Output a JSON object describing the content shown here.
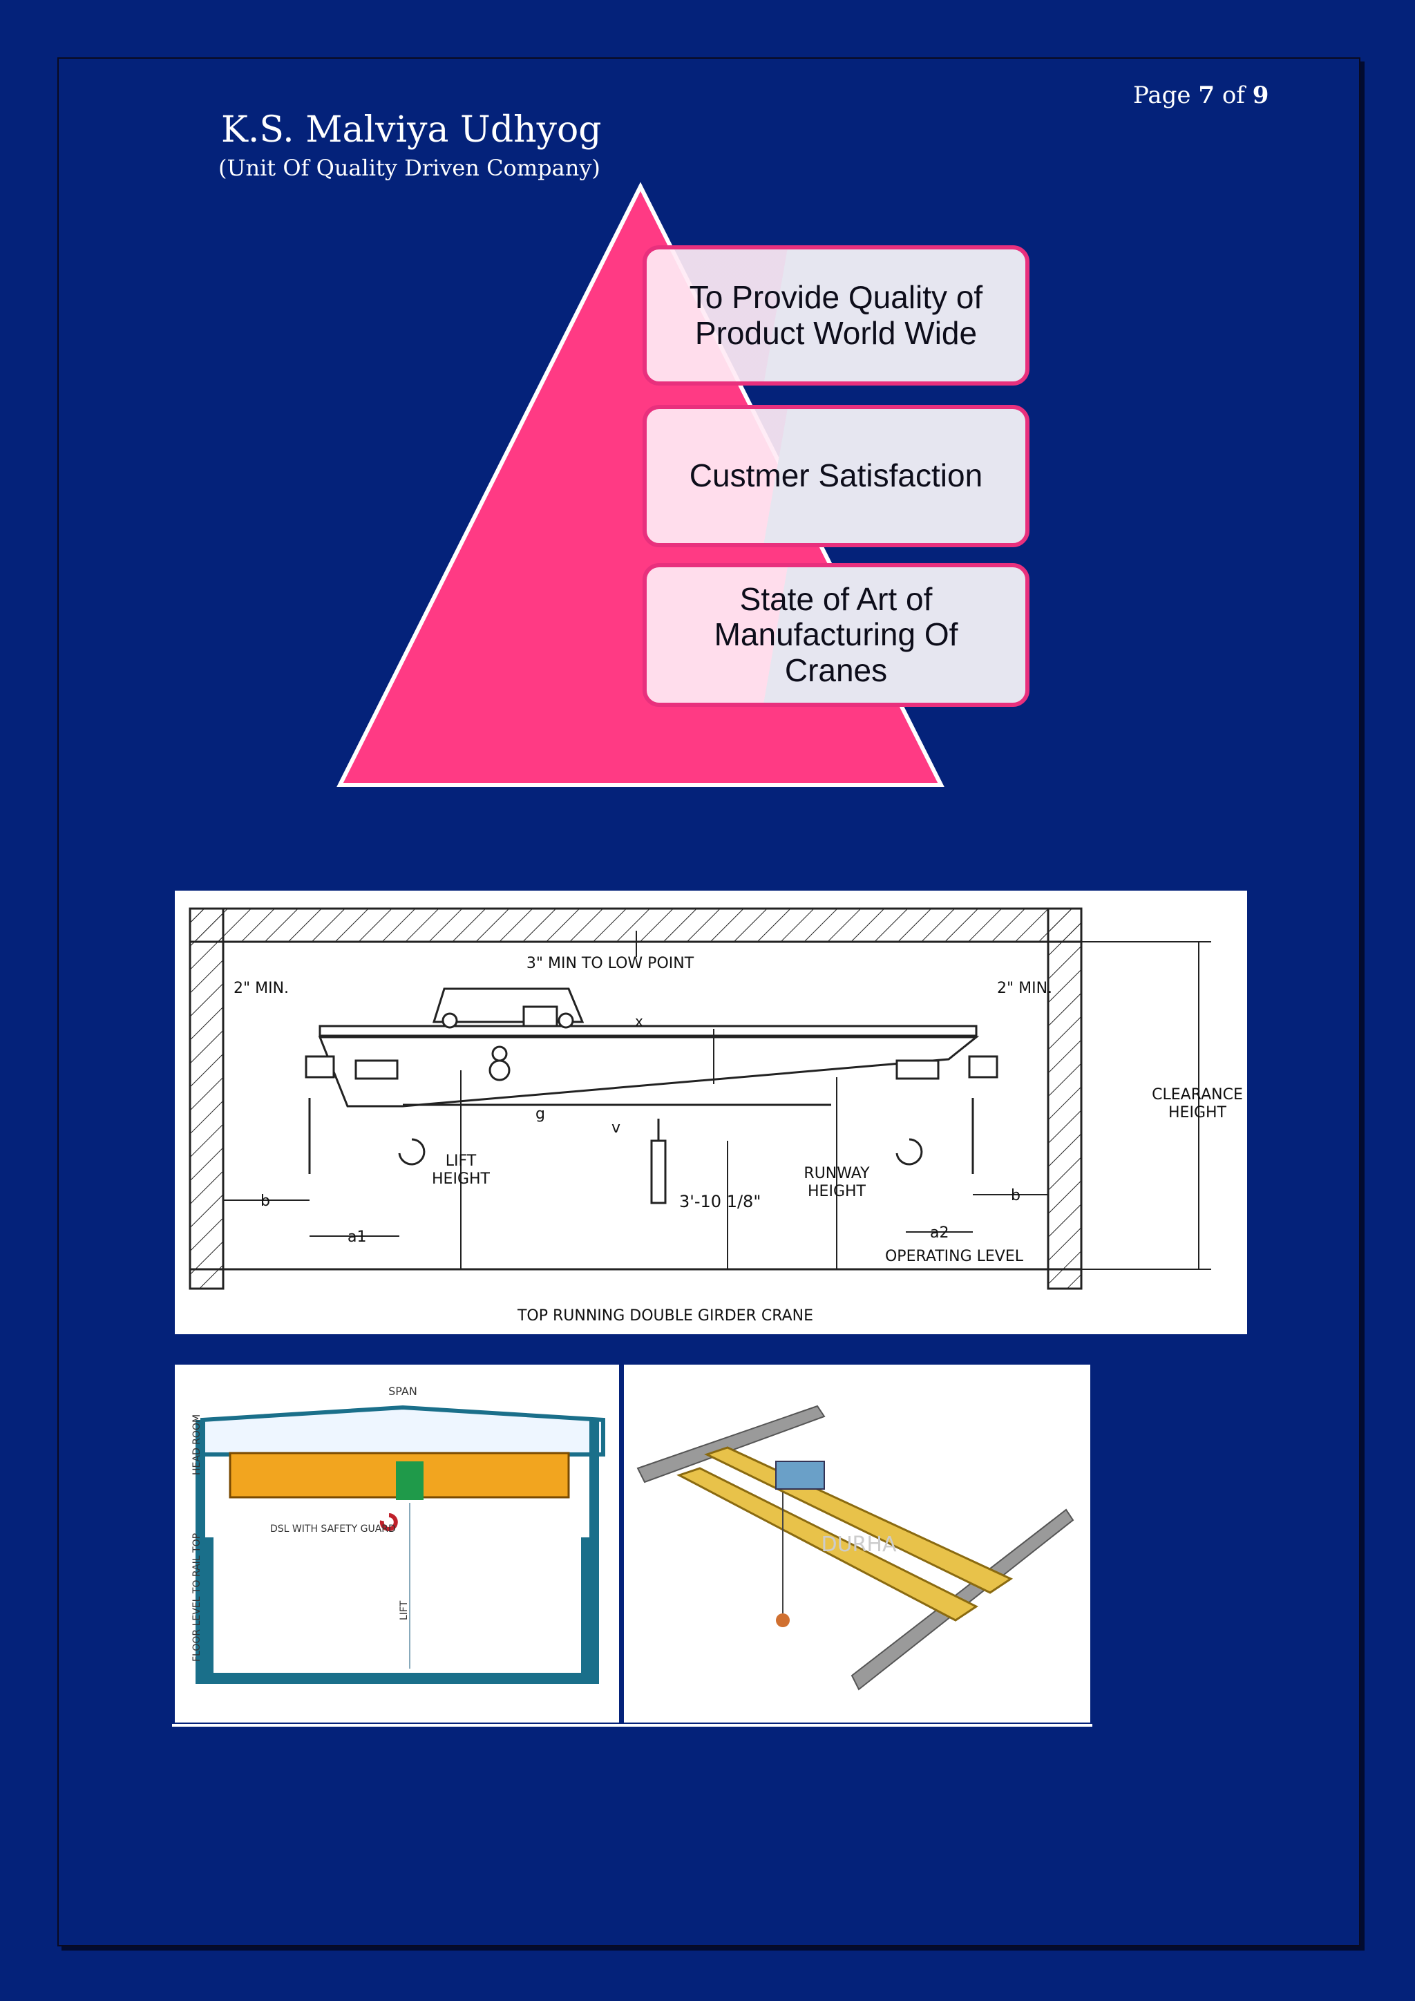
{
  "header": {
    "page_prefix": "Page",
    "page_current": "7",
    "page_of": "of",
    "page_total": "9",
    "company_name": "K.S. Malviya Udhyog",
    "tagline": "(Unit Of Quality Driven Company)"
  },
  "pyramid": {
    "tiers": [
      {
        "label": "To Provide Quality of Product World Wide"
      },
      {
        "label": "Custmer Satisfaction"
      },
      {
        "label": "State of Art of Manufacturing Of Cranes"
      }
    ]
  },
  "crane_diagram": {
    "caption": "TOP RUNNING DOUBLE GIRDER CRANE",
    "labels": {
      "min_low_point": "3\" MIN TO LOW POINT",
      "min_left": "2\" MIN.",
      "min_right": "2\" MIN.",
      "lift_height": "LIFT HEIGHT",
      "runway_height": "RUNWAY HEIGHT",
      "clearance_height": "CLEARANCE HEIGHT",
      "operating_level": "OPERATING LEVEL",
      "pendant_dim": "3'-10 1/8\"",
      "b_left": "b",
      "b_right": "b",
      "a1": "a1",
      "a2": "a2",
      "g": "g",
      "v": "v",
      "x": "x"
    }
  },
  "photo_left": {
    "labels": {
      "span": "SPAN",
      "head_room": "HEAD ROOM",
      "floor_level": "FLOOR LEVEL TO RAIL TOP",
      "dsl": "DSL WITH SAFETY GUARD",
      "lift": "LIFT"
    }
  },
  "photo_right": {
    "watermark": "DURHA"
  }
}
